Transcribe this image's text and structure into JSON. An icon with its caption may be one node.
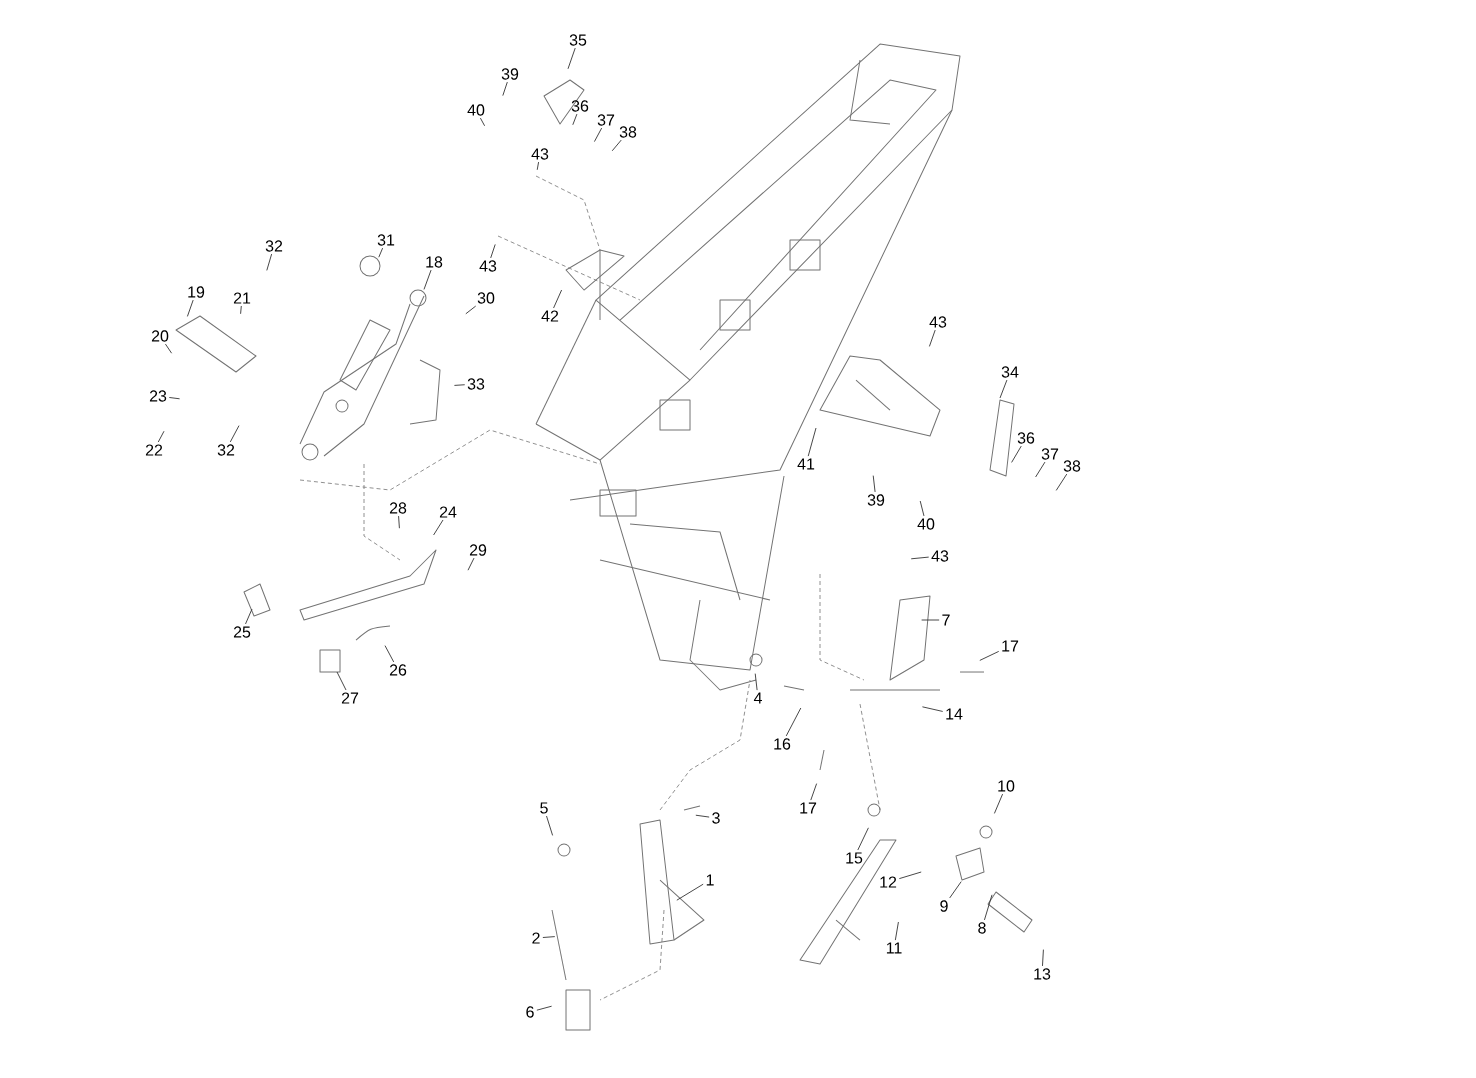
{
  "diagram": {
    "nodes": [
      {
        "text": [
          "40"
        ]
      },
      {
        "text": [
          "39"
        ]
      },
      {
        "text": [
          "35"
        ]
      },
      {
        "text": [
          "36"
        ]
      },
      {
        "text": [
          "37"
        ]
      },
      {
        "text": [
          "38"
        ]
      },
      {
        "text": [
          "43"
        ]
      },
      {
        "text": [
          "43"
        ]
      },
      {
        "text": [
          "42"
        ]
      },
      {
        "text": [
          "31"
        ]
      },
      {
        "text": [
          "18"
        ]
      },
      {
        "text": [
          "30"
        ]
      },
      {
        "text": [
          "32"
        ]
      },
      {
        "text": [
          "19"
        ]
      },
      {
        "text": [
          "21"
        ]
      },
      {
        "text": [
          "20"
        ]
      },
      {
        "text": [
          "23"
        ]
      },
      {
        "text": [
          "22"
        ]
      },
      {
        "text": [
          "32"
        ]
      },
      {
        "text": [
          "33"
        ]
      },
      {
        "text": [
          "28"
        ]
      },
      {
        "text": [
          "24"
        ]
      },
      {
        "text": [
          "29"
        ]
      },
      {
        "text": [
          "25"
        ]
      },
      {
        "text": [
          "26"
        ]
      },
      {
        "text": [
          "27"
        ]
      },
      {
        "text": [
          "43"
        ]
      },
      {
        "text": [
          "41"
        ]
      },
      {
        "text": [
          "34"
        ]
      },
      {
        "text": [
          "36"
        ]
      },
      {
        "text": [
          "37"
        ]
      },
      {
        "text": [
          "38"
        ]
      },
      {
        "text": [
          "39"
        ]
      },
      {
        "text": [
          "40"
        ]
      },
      {
        "text": [
          "43"
        ]
      },
      {
        "text": [
          "7"
        ]
      },
      {
        "text": [
          "17"
        ]
      },
      {
        "text": [
          "4"
        ]
      },
      {
        "text": [
          "14"
        ]
      },
      {
        "text": [
          "16"
        ]
      },
      {
        "text": [
          "17"
        ]
      },
      {
        "text": [
          "10"
        ]
      },
      {
        "text": [
          "15"
        ]
      },
      {
        "text": [
          "12"
        ]
      },
      {
        "text": [
          "9"
        ]
      },
      {
        "text": [
          "11"
        ]
      },
      {
        "text": [
          "8"
        ]
      },
      {
        "text": [
          "13"
        ]
      },
      {
        "text": [
          "5"
        ]
      },
      {
        "text": [
          "3"
        ]
      },
      {
        "text": [
          "1"
        ]
      },
      {
        "text": [
          "2"
        ]
      },
      {
        "text": [
          "6"
        ]
      }
    ],
    "edges": [
      {
        "from": 0,
        "to": null,
        "arrow": "none"
      },
      {
        "from": 1,
        "to": null,
        "arrow": "none"
      },
      {
        "from": 2,
        "to": null,
        "arrow": "none"
      },
      {
        "from": 3,
        "to": null,
        "arrow": "none"
      },
      {
        "from": 4,
        "to": null,
        "arrow": "none"
      },
      {
        "from": 5,
        "to": null,
        "arrow": "none"
      },
      {
        "from": 6,
        "to": null,
        "arrow": "none"
      },
      {
        "from": 7,
        "to": null,
        "arrow": "none"
      },
      {
        "from": 8,
        "to": null,
        "arrow": "none"
      },
      {
        "from": 9,
        "to": null,
        "arrow": "none"
      },
      {
        "from": 10,
        "to": null,
        "arrow": "none"
      },
      {
        "from": 11,
        "to": null,
        "arrow": "none"
      },
      {
        "from": 12,
        "to": null,
        "arrow": "none"
      },
      {
        "from": 13,
        "to": null,
        "arrow": "none"
      },
      {
        "from": 14,
        "to": null,
        "arrow": "none"
      },
      {
        "from": 15,
        "to": null,
        "arrow": "none"
      },
      {
        "from": 16,
        "to": null,
        "arrow": "none"
      },
      {
        "from": 17,
        "to": null,
        "arrow": "none"
      },
      {
        "from": 18,
        "to": null,
        "arrow": "none"
      },
      {
        "from": 19,
        "to": null,
        "arrow": "none"
      },
      {
        "from": 20,
        "to": null,
        "arrow": "none"
      },
      {
        "from": 21,
        "to": null,
        "arrow": "none"
      },
      {
        "from": 22,
        "to": null,
        "arrow": "none"
      },
      {
        "from": 23,
        "to": null,
        "arrow": "none"
      },
      {
        "from": 24,
        "to": null,
        "arrow": "none"
      },
      {
        "from": 25,
        "to": null,
        "arrow": "none"
      },
      {
        "from": 26,
        "to": null,
        "arrow": "none"
      },
      {
        "from": 27,
        "to": null,
        "arrow": "none"
      },
      {
        "from": 28,
        "to": null,
        "arrow": "none"
      },
      {
        "from": 29,
        "to": null,
        "arrow": "none"
      },
      {
        "from": 30,
        "to": null,
        "arrow": "none"
      },
      {
        "from": 31,
        "to": null,
        "arrow": "none"
      },
      {
        "from": 32,
        "to": null,
        "arrow": "none"
      },
      {
        "from": 33,
        "to": null,
        "arrow": "none"
      },
      {
        "from": 34,
        "to": null,
        "arrow": "none"
      },
      {
        "from": 35,
        "to": null,
        "arrow": "none"
      },
      {
        "from": 36,
        "to": null,
        "arrow": "none"
      },
      {
        "from": 37,
        "to": null,
        "arrow": "none"
      },
      {
        "from": 38,
        "to": null,
        "arrow": "none"
      },
      {
        "from": 39,
        "to": null,
        "arrow": "none"
      },
      {
        "from": 40,
        "to": null,
        "arrow": "none"
      },
      {
        "from": 41,
        "to": null,
        "arrow": "none"
      },
      {
        "from": 42,
        "to": null,
        "arrow": "none"
      },
      {
        "from": 43,
        "to": null,
        "arrow": "none"
      },
      {
        "from": 44,
        "to": null,
        "arrow": "none"
      },
      {
        "from": 45,
        "to": null,
        "arrow": "none"
      },
      {
        "from": 46,
        "to": null,
        "arrow": "none"
      },
      {
        "from": 47,
        "to": null,
        "arrow": "none"
      },
      {
        "from": 48,
        "to": null,
        "arrow": "none"
      },
      {
        "from": 49,
        "to": null,
        "arrow": "none"
      },
      {
        "from": 50,
        "to": null,
        "arrow": "none"
      },
      {
        "from": 51,
        "to": null,
        "arrow": "none"
      },
      {
        "from": 52,
        "to": null,
        "arrow": "none"
      }
    ]
  }
}
